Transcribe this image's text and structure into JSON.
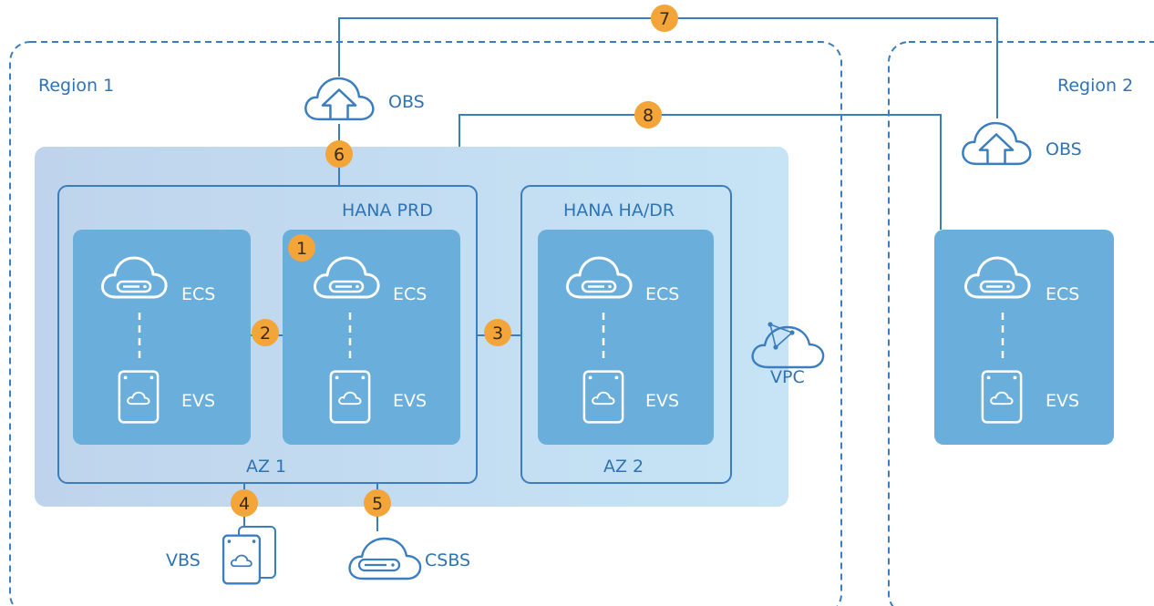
{
  "regions": {
    "region1": "Region 1",
    "region2": "Region 2"
  },
  "services": {
    "obs": "OBS",
    "ecs": "ECS",
    "evs": "EVS",
    "vpc": "VPC",
    "vbs": "VBS",
    "csbs": "CSBS"
  },
  "groups": {
    "hana_prd": "HANA PRD",
    "hana_ha_dr": "HANA HA/DR",
    "az1": "AZ 1",
    "az2": "AZ 2"
  },
  "markers": [
    "1",
    "2",
    "3",
    "4",
    "5",
    "6",
    "7",
    "8"
  ],
  "colors": {
    "line": "#3b7ec0",
    "label": "#2f73b3",
    "card": "#6aaedb",
    "marker": "#f3a53a",
    "region_border": "#3b7ec0"
  }
}
